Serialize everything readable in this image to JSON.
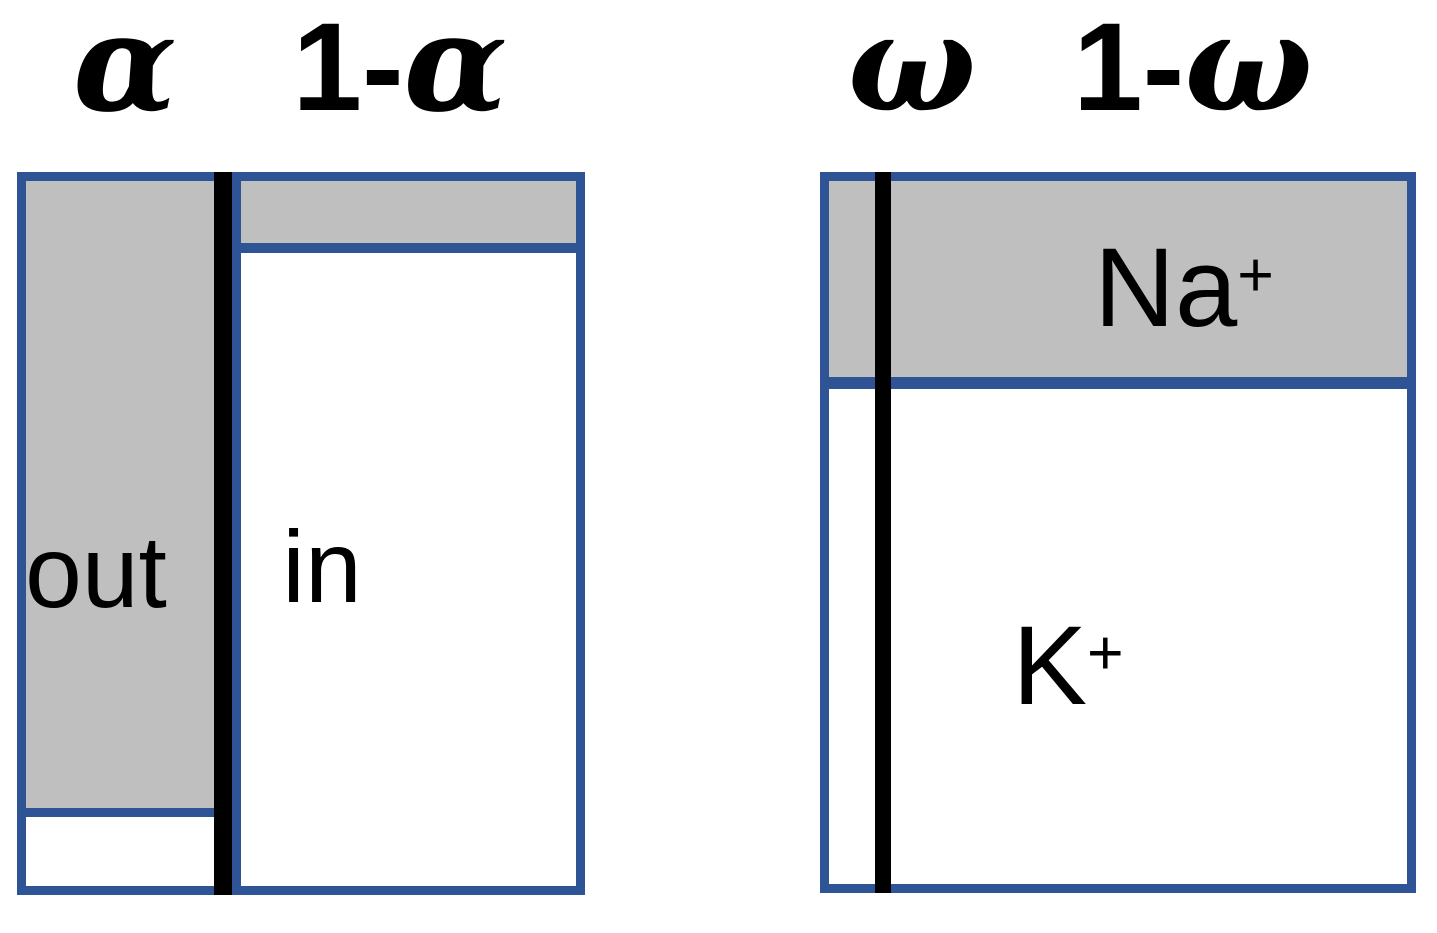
{
  "figure": {
    "colors": {
      "border_blue": "#2F5496",
      "fill_gray": "#BFBFBF",
      "divider_black": "#000000",
      "background": "#FFFFFF"
    },
    "left_diagram": {
      "column_labels": [
        {
          "prefix": "",
          "symbol": "α"
        },
        {
          "prefix": "1-",
          "symbol": "α"
        }
      ],
      "region_labels": {
        "out": "out",
        "in": "in"
      }
    },
    "right_diagram": {
      "column_labels": [
        {
          "prefix": "",
          "symbol": "ω"
        },
        {
          "prefix": "1-",
          "symbol": "ω"
        }
      ],
      "region_labels": {
        "na_base": "Na",
        "na_sup": "+",
        "k_base": "K",
        "k_sup": "+"
      }
    }
  }
}
